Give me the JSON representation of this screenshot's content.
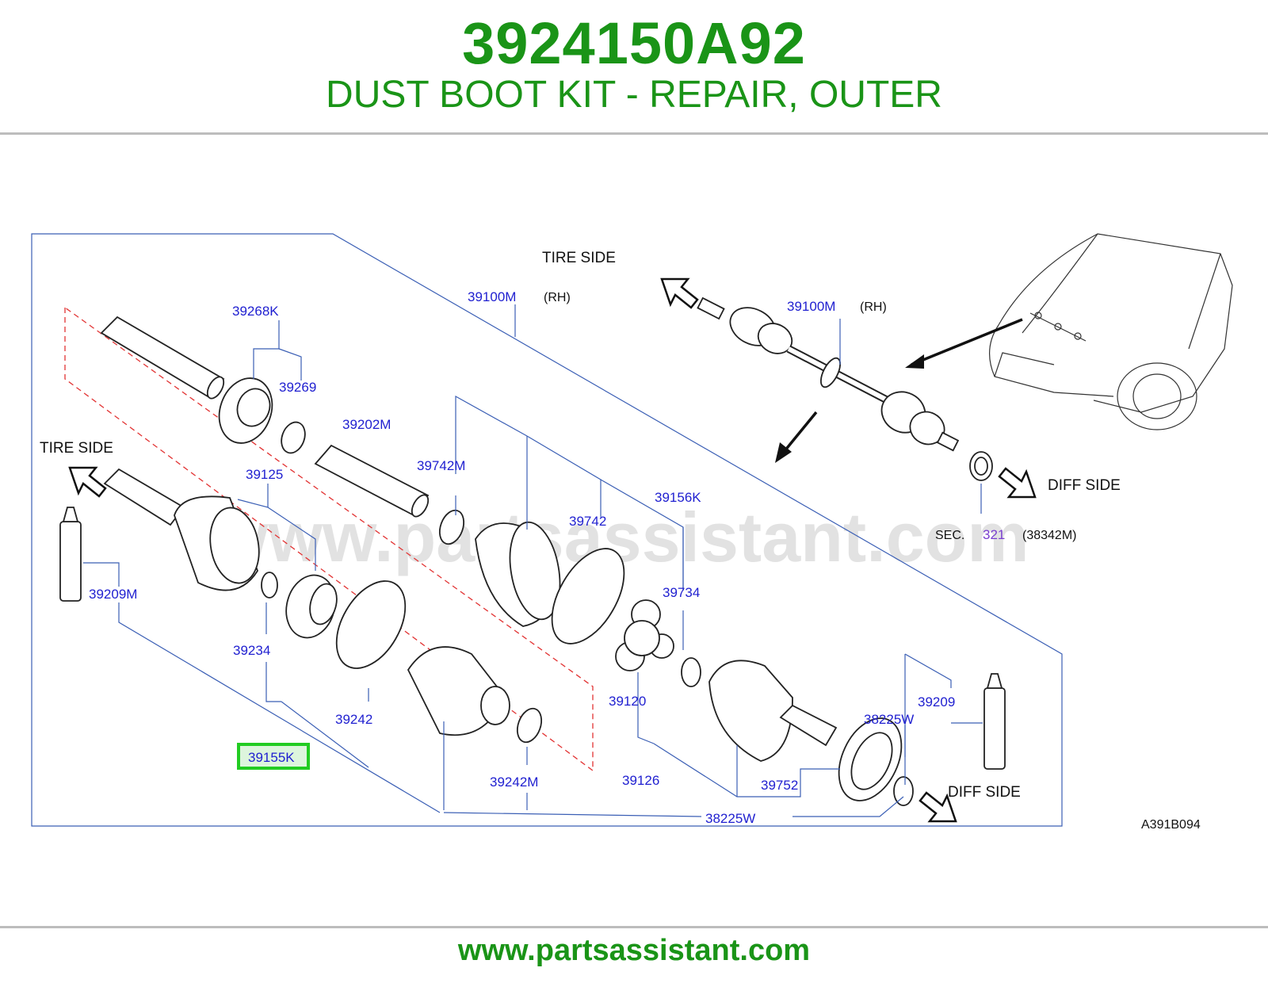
{
  "header": {
    "part_number": "3924150A92",
    "description": "DUST BOOT KIT - REPAIR, OUTER"
  },
  "diagram": {
    "watermark": "www.partsassistant.com",
    "code": "A391B094",
    "directions": {
      "tire_side_top": "TIRE  SIDE",
      "tire_side_left": "TIRE  SIDE",
      "diff_side_right": "DIFF  SIDE",
      "diff_side_bottom": "DIFF  SIDE"
    },
    "section_ref": {
      "prefix": "SEC.",
      "number": "321",
      "part": "(38342M)"
    },
    "rh_label": "(RH)",
    "labels": {
      "p39100M_a": "39100M",
      "p39100M_b": "39100M",
      "p39268K": "39268K",
      "p39269": "39269",
      "p39202M": "39202M",
      "p39125": "39125",
      "p39742M": "39742M",
      "p39742": "39742",
      "p39156K": "39156K",
      "p39209M": "39209M",
      "p39734": "39734",
      "p39234": "39234",
      "p39120": "39120",
      "p39209": "39209",
      "p39242": "39242",
      "p38225W_a": "38225W",
      "p38225W_b": "38225W",
      "p39155K": "39155K",
      "p39242M": "39242M",
      "p39126": "39126",
      "p39752": "39752"
    },
    "highlighted_part": "39155K",
    "highlight_color": "#22cc22"
  },
  "footer": {
    "url": "www.partsassistant.com"
  }
}
